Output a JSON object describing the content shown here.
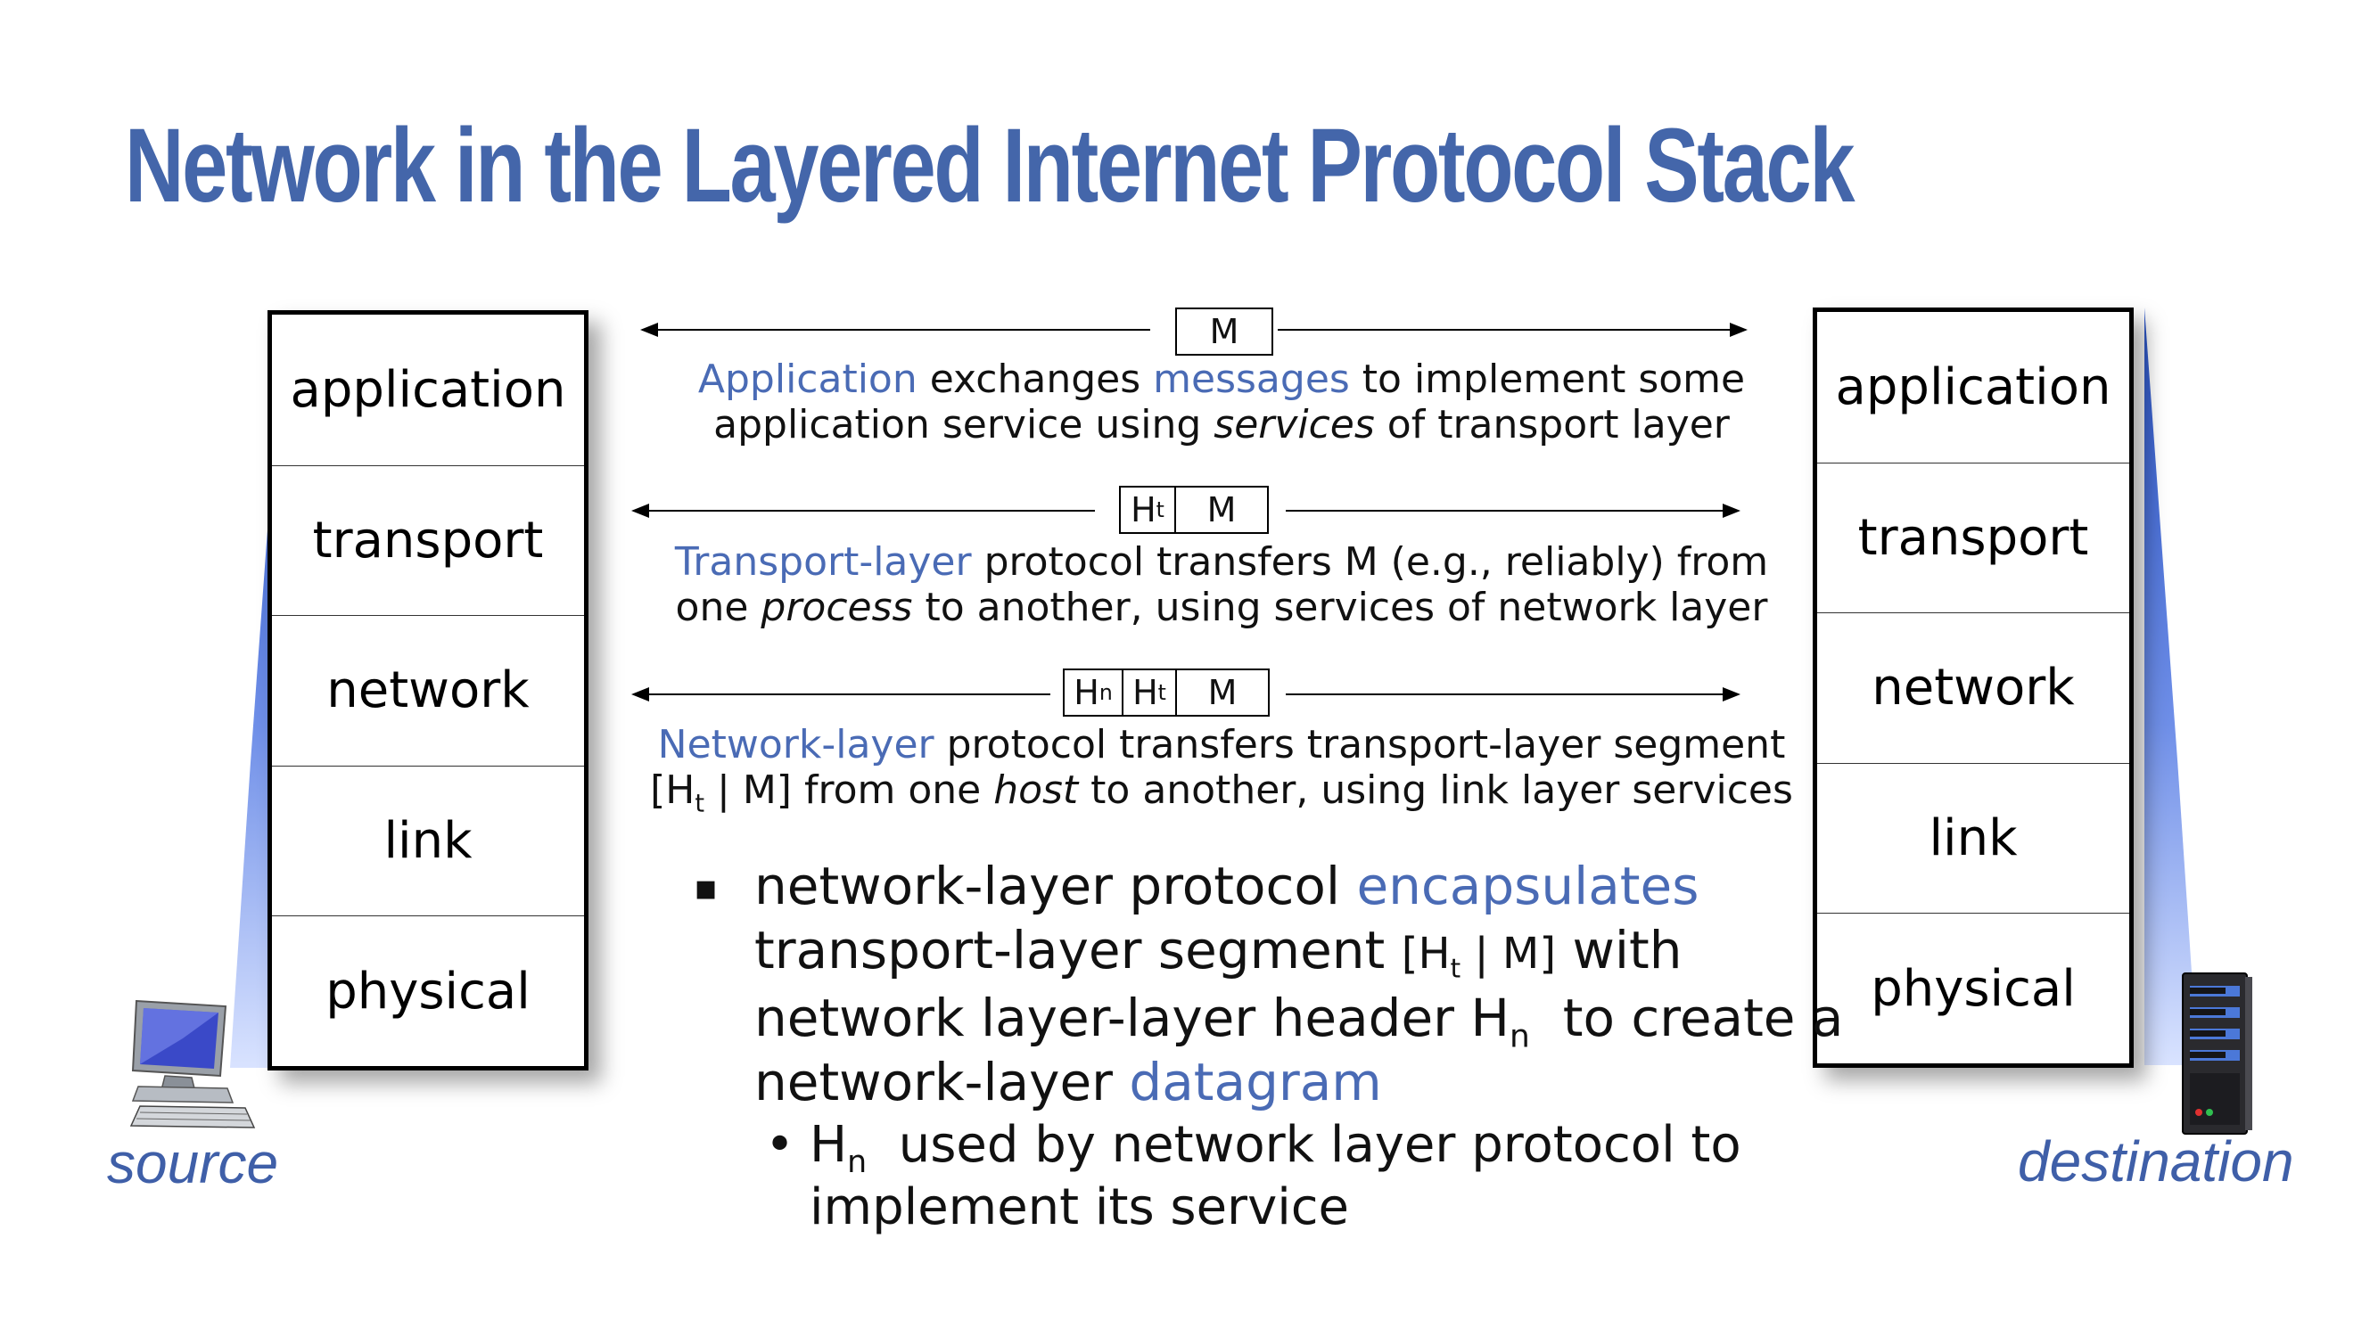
{
  "title": "Network in the Layered Internet Protocol Stack",
  "stack_layers": [
    "application",
    "transport",
    "network",
    "link",
    "physical"
  ],
  "pdus": {
    "message": "M",
    "transport_header": "H",
    "transport_header_sub": "t",
    "network_header": "H",
    "network_header_sub": "n"
  },
  "application_desc": {
    "p1": "Application",
    "p2": " exchanges ",
    "p3": "messages",
    "p4": " to implement some",
    "line2_a": "application service using ",
    "line2_b": "services",
    "line2_c": " of transport layer"
  },
  "transport_desc": {
    "p1": "Transport-layer",
    "p2": " protocol transfers M (e.g., reliably) from",
    "line2_a": "one ",
    "line2_b": "process",
    "line2_c": " to another, using services of network layer"
  },
  "network_desc": {
    "p1": "Network-layer",
    "p2": " protocol transfers transport-layer segment",
    "line2_a": "[H",
    "line2_sub": "t",
    "line2_b": " | M] from one ",
    "line2_c": "host",
    "line2_d": " to another, using link layer services"
  },
  "bullets": {
    "b1_l1_a": "network-layer protocol ",
    "b1_l1_b": "encapsulates",
    "b1_l2_a": "transport-layer segment ",
    "b1_l2_b": "[H",
    "b1_l2_sub": "t",
    "b1_l2_c": " | M]",
    "b1_l2_d": " with",
    "b1_l3_a": "network layer-layer header H",
    "b1_l3_sub": "n",
    "b1_l3_b": "  to create a",
    "b1_l4_a": "network-layer ",
    "b1_l4_b": "datagram",
    "b2_l1_a": "H",
    "b2_l1_sub": "n",
    "b2_l1_b": "  used by network layer protocol to",
    "b2_l2": "implement its service"
  },
  "captions": {
    "source": "source",
    "destination": "destination"
  },
  "icons": {
    "source": "desktop-computer-icon",
    "destination": "server-tower-icon"
  },
  "colors": {
    "title": "#4466aa",
    "highlight": "#4a6bb5",
    "shade": "#2b55c8"
  }
}
